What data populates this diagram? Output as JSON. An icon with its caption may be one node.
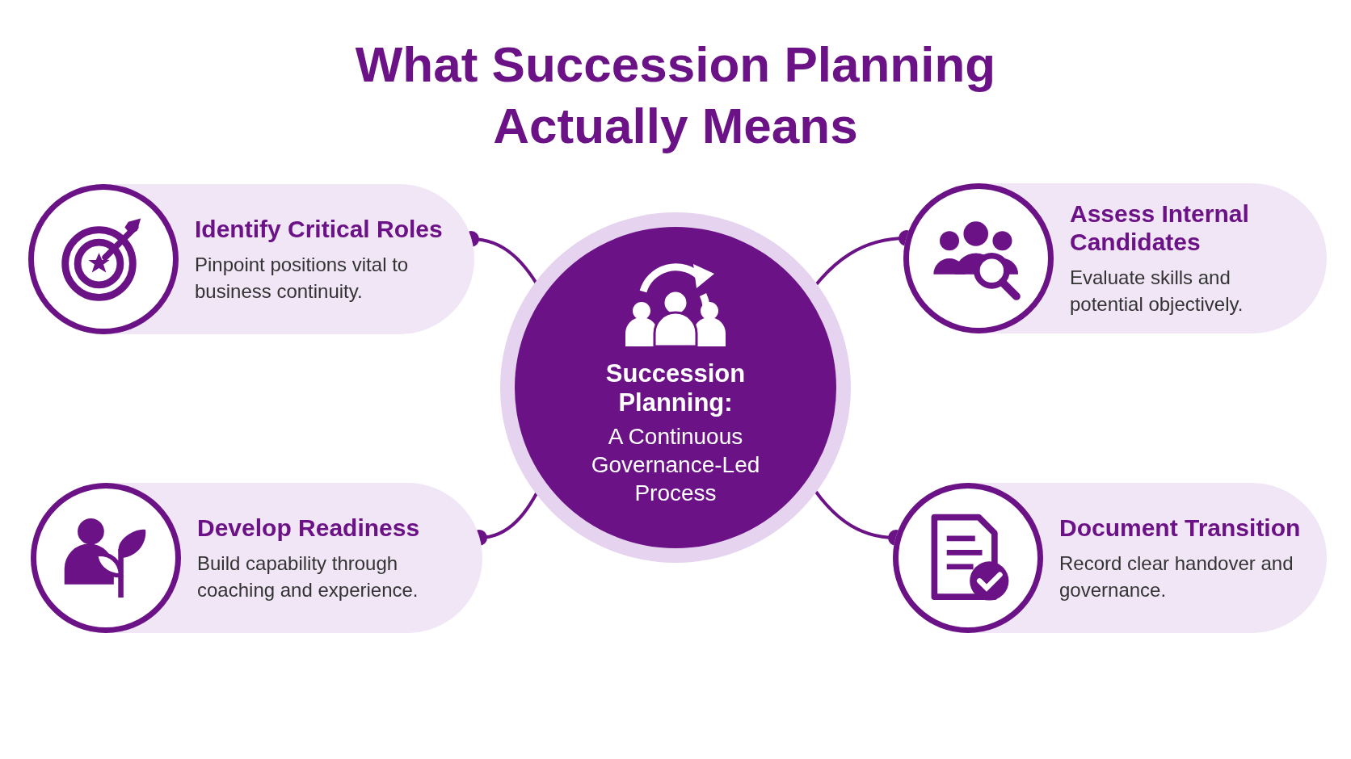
{
  "diagram": {
    "title": "What Succession Planning Actually Means",
    "nodes": [
      {
        "text": [
          "Succession Planning:",
          "A Continuous Governance-Led Process"
        ]
      },
      {
        "text": [
          "Identify Critical Roles",
          "Pinpoint positions vital to business continuity."
        ]
      },
      {
        "text": [
          "Assess Internal Candidates",
          "Evaluate skills and potential objectively."
        ]
      },
      {
        "text": [
          "Develop Readiness",
          "Build capability through coaching and experience."
        ]
      },
      {
        "text": [
          "Document Transition",
          "Record clear handover and governance."
        ]
      }
    ],
    "edges": [
      {
        "from": 0,
        "to": 1,
        "arrow": "other"
      },
      {
        "from": 0,
        "to": 2,
        "arrow": "other"
      },
      {
        "from": 0,
        "to": 3,
        "arrow": "other"
      },
      {
        "from": 0,
        "to": 4,
        "arrow": "other"
      }
    ]
  }
}
